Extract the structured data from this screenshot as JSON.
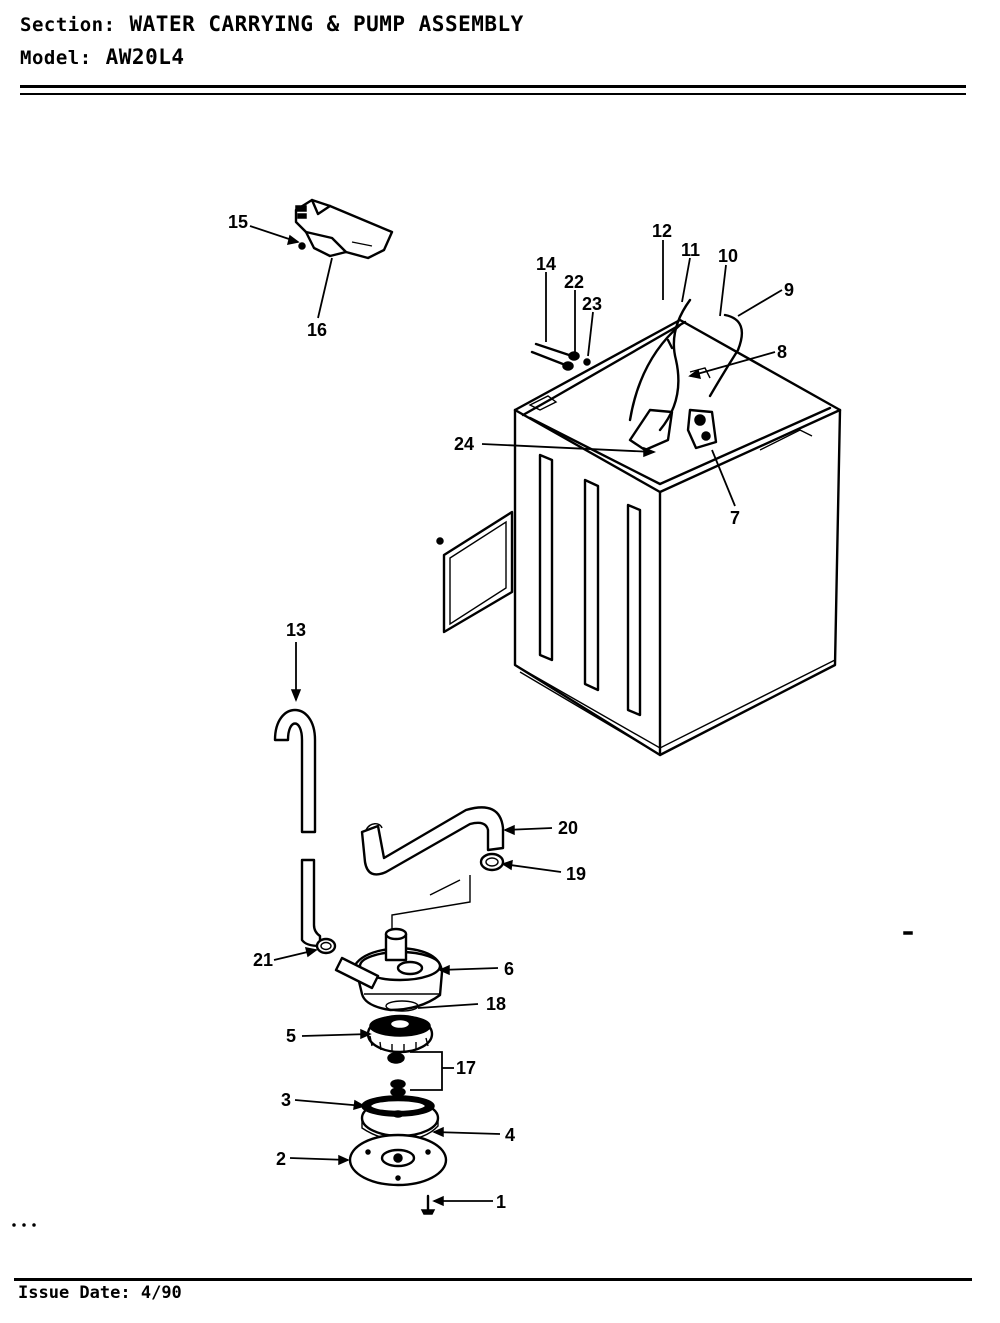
{
  "header": {
    "section_label": "Section:",
    "section_value": "WATER CARRYING & PUMP ASSEMBLY",
    "model_label": "Model:",
    "model_value": "AW20L4"
  },
  "footer": {
    "issue_label": "Issue Date:",
    "issue_value": "4/90"
  },
  "callouts": {
    "c1": "1",
    "c2": "2",
    "c3": "3",
    "c4": "4",
    "c5": "5",
    "c6": "6",
    "c7": "7",
    "c8": "8",
    "c9": "9",
    "c10": "10",
    "c11": "11",
    "c12": "12",
    "c13": "13",
    "c14": "14",
    "c15": "15",
    "c16": "16",
    "c17": "17",
    "c18": "18",
    "c19": "19",
    "c20": "20",
    "c21": "21",
    "c22": "22",
    "c23": "23",
    "c24": "24"
  }
}
